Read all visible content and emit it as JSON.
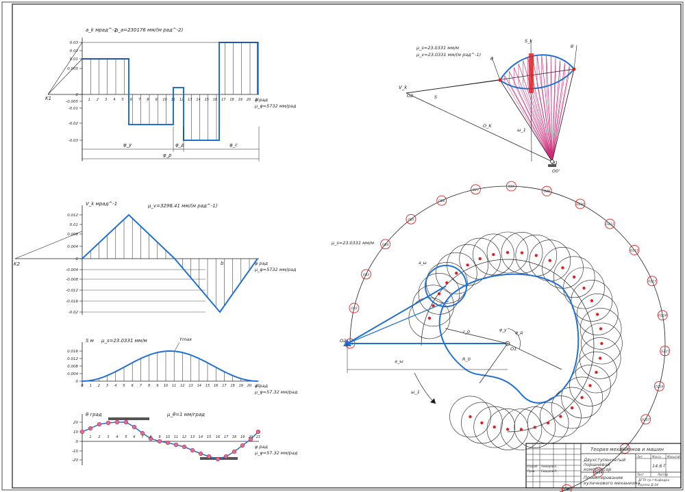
{
  "colors": {
    "line": "#1a1a1a",
    "blue": "#1f6fd6",
    "red": "#e02020",
    "magenta": "#cc2a7a"
  },
  "acc": {
    "ylabel": "a_k мрад^-2",
    "scale": "μ_a=230176 мм/(м рад^-2)",
    "xscale": "μ_φ=5732 мм/рад",
    "ticks_y": [
      "0.03",
      "0.02",
      "0.01",
      "0.005",
      "0",
      "-0.005",
      "-0.01",
      "-0.02",
      "-0.03"
    ],
    "ticks_x": [
      "1",
      "2",
      "3",
      "4",
      "5",
      "6",
      "7",
      "8",
      "9",
      "10",
      "11",
      "12",
      "13",
      "14",
      "15",
      "16",
      "17",
      "18",
      "19",
      "20",
      "21"
    ],
    "k1": "K1",
    "phi_y": "φ_у",
    "phi_d": "φ_д",
    "phi_c": "φ_с",
    "phi_p": "φ_р",
    "phi_unit": "φ рад"
  },
  "vel": {
    "ylabel": "V_k мрад^-1",
    "scale": "μ_v=3298.41 мм/(м рад^-1)",
    "xscale": "μ_φ=5732 мм/рад",
    "ticks_y": [
      "0.012",
      "0.01",
      "0.008",
      "0.004",
      "0",
      "-0.004",
      "-0.008",
      "-0.012",
      "-0.016",
      "-0.02"
    ],
    "k2": "K2",
    "phi_unit": "φ рад",
    "b_label": "b"
  },
  "disp": {
    "ylabel": "S м",
    "scale": "μ_s=23.0331 мм/м",
    "xscale": "μ_φ=57.32 мм/рад",
    "ticks_y": [
      "0.016",
      "0.012",
      "0.008",
      "0.004",
      "0"
    ],
    "ymax": "Ymax",
    "phi_unit": "φ рад"
  },
  "angle": {
    "ylabel": "θ град",
    "scale": "μ_θ=1 мм/град",
    "xscale": "μ_φ=57.32 мм/рад",
    "ticks_y": [
      "20",
      "10",
      "0",
      "-10",
      "-20"
    ],
    "phi_unit": "φ рад"
  },
  "triangle": {
    "scale1": "μ_s=23.0331 мм/м",
    "scale2": "μ_v=23.0331 мм/(м рад^-1)",
    "vk": "V_k",
    "o2": "O2",
    "s_label": "S",
    "ok": "O_K",
    "omega": "ω_1",
    "o1": "O1",
    "theta1": "θ",
    "theta2": "θ",
    "sk": "S_k",
    "oop": "OO'"
  },
  "cam": {
    "scale": "μ_s=23.0331 мм/м",
    "labels_ring": [
      "O21",
      "O22",
      "O23",
      "O24",
      "O25",
      "O26",
      "O27",
      "O28",
      "O29",
      "O210",
      "O211",
      "O212",
      "O213",
      "O214",
      "O215",
      "O216",
      "O217",
      "O218",
      "O219",
      "O220",
      "O221"
    ],
    "o2": "O2",
    "o1": "O1",
    "r0": "r_0",
    "rp": "R_0",
    "omega": "ω_1",
    "phi1": "φ_у",
    "phi2": "φ_д",
    "a_label": "a_ω"
  },
  "title_block": {
    "title": "Теория механизмов и машин",
    "subtitle1": "Двухступенчатый",
    "subtitle2": "поршневой",
    "subtitle3": "компрессор",
    "name1": "Проектирование",
    "name2": "кулачкового механизма",
    "sheet": "Лист",
    "sheets": "Листов",
    "scale_col": "Масштаб",
    "mass_col": "Масса",
    "lit_col": "Лит",
    "code": "14.6 Г",
    "org1": "ДГТУ гр.т-Кафедра",
    "org2": "Группа Д-24",
    "row1": "Разраб.",
    "row2": "Пров.",
    "nm1": "Ахмедов Б.",
    "nm2": "Сидоров Л."
  }
}
